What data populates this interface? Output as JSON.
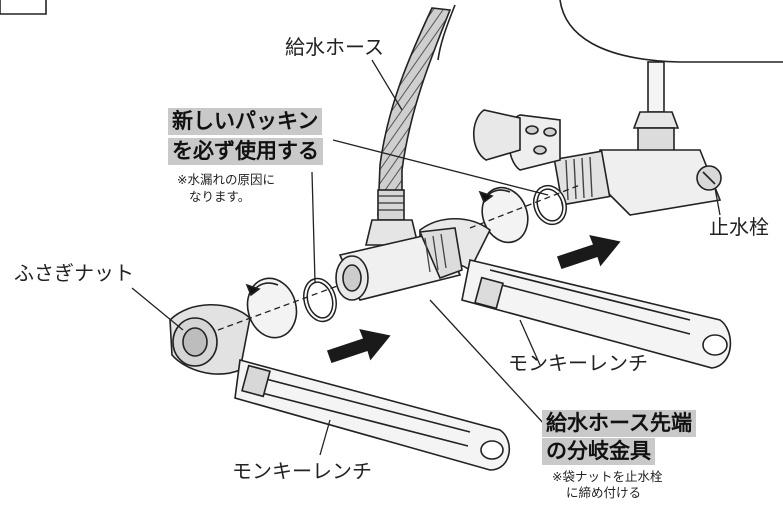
{
  "labels": {
    "supply_hose": "給水ホース",
    "new_packing_line1": "新しいパッキン",
    "new_packing_line2": "を必ず使用する",
    "packing_note_line1": "※水漏れの原因に",
    "packing_note_line2": "なります。",
    "stop_valve": "止水栓",
    "cap_nut": "ふさぎナット",
    "wrench_right": "モンキーレンチ",
    "branch_fitting_line1": "給水ホース先端",
    "branch_fitting_line2": "の分岐金具",
    "fitting_note_line1": "※袋ナットを止水栓",
    "fitting_note_line2": "に締め付ける",
    "wrench_left": "モンキーレンチ"
  },
  "colors": {
    "highlight_box": "#c9c9c9",
    "arrow_fill": "#1a1a1a",
    "line": "#222222"
  }
}
